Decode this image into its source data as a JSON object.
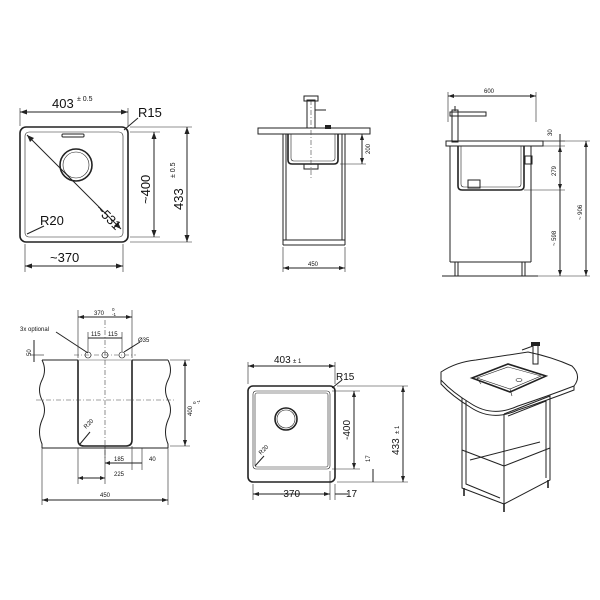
{
  "top_view_large": {
    "width": "403",
    "width_tol": "± 0.5",
    "corner_radius": "R15",
    "height": "~400",
    "outer_height": "433",
    "outer_height_tol": "± 0.5",
    "diagonal": "~531",
    "inner_radius": "R20",
    "inner_width": "~370"
  },
  "front_section": {
    "depth": "200",
    "cabinet_width": "450"
  },
  "side_section": {
    "depth_total": "600",
    "rim": "30",
    "bowl_depth": "279",
    "lower": "~ 598",
    "total_height": "~ 906"
  },
  "cutout_view": {
    "label_optional": "3x optional",
    "cut_width": "370",
    "cut_width_tol_upper": "0",
    "cut_width_tol_lower": "-1",
    "tap_spacing_left": "115",
    "tap_spacing_right": "115",
    "tap_hole": "Ø35",
    "offset_top": "50",
    "corner_radius": "R20",
    "cut_height": "400",
    "cut_height_tol_upper": "0",
    "cut_height_tol_lower": "-1",
    "drain_offset": "185",
    "drain_edge": "40",
    "drain_from_left": "225",
    "cabinet_width": "450"
  },
  "top_view_small": {
    "width": "403",
    "width_tol": "± 1",
    "corner_radius": "R15",
    "inner_height": "-400",
    "outer_height": "433",
    "outer_height_tol": "± 1",
    "inner_radius": "R20",
    "rim_bottom": "17",
    "inner_width": "-370",
    "rim_right": "17"
  }
}
